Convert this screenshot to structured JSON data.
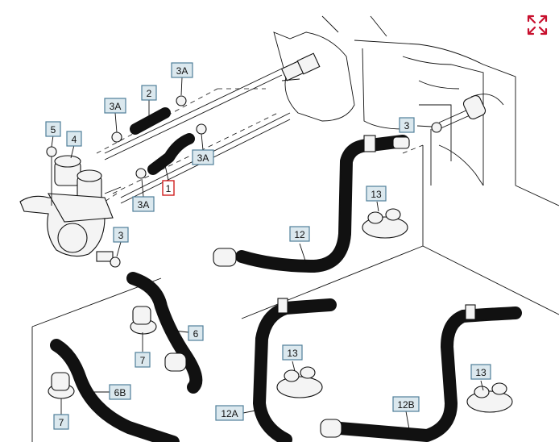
{
  "diagram": {
    "callouts": [
      {
        "id": "c-5",
        "label": "5"
      },
      {
        "id": "c-4",
        "label": "4"
      },
      {
        "id": "c-3a-1",
        "label": "3A"
      },
      {
        "id": "c-2",
        "label": "2"
      },
      {
        "id": "c-3a-2",
        "label": "3A"
      },
      {
        "id": "c-3a-3",
        "label": "3A"
      },
      {
        "id": "c-1",
        "label": "1"
      },
      {
        "id": "c-3a-4",
        "label": "3A"
      },
      {
        "id": "c-3-1",
        "label": "3"
      },
      {
        "id": "c-3-2",
        "label": "3"
      },
      {
        "id": "c-13-1",
        "label": "13"
      },
      {
        "id": "c-12",
        "label": "12"
      },
      {
        "id": "c-6",
        "label": "6"
      },
      {
        "id": "c-7-1",
        "label": "7"
      },
      {
        "id": "c-6b",
        "label": "6B"
      },
      {
        "id": "c-7-2",
        "label": "7"
      },
      {
        "id": "c-13-2",
        "label": "13"
      },
      {
        "id": "c-13-3",
        "label": "13"
      },
      {
        "id": "c-12a",
        "label": "12A"
      },
      {
        "id": "c-12b",
        "label": "12B"
      }
    ]
  },
  "toolbar": {
    "expand_icon": "expand-arrows-icon",
    "accent_color": "#c8102e"
  }
}
